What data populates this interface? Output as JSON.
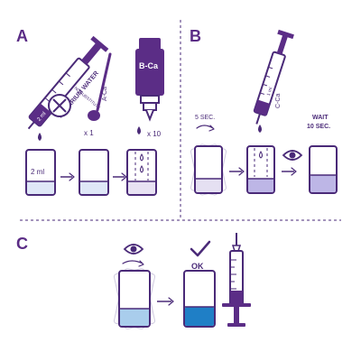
{
  "panels": {
    "a": {
      "letter": "A",
      "syringe_label": "AQUARIUM WATER",
      "no_substitute_text": "NO SUBSTITUTE",
      "scale_mark": "2 ml",
      "tube_volume": "2 ml",
      "spoon_label": "A-Ca",
      "spoon_count": "x 1",
      "bottle_label": "B-Ca",
      "drops_count": "x 10"
    },
    "b": {
      "letter": "B",
      "swirl_time": "5 SEC.",
      "syringe_label": "C-Ca",
      "syringe_mark": "1 ml",
      "wait_line1": "WAIT",
      "wait_line2": "10 SEC."
    },
    "c": {
      "letter": "C",
      "ok_text": "OK"
    }
  },
  "colors": {
    "ink": "#4a2a78",
    "accent_purple": "#5b2d86",
    "liquid_pale": "#dfe7f7",
    "liquid_lavender": "#bdb6e6",
    "liquid_light_blue": "#a9cdec",
    "liquid_blue": "#1f7fc6"
  },
  "icons": [
    "syringe-icon",
    "spoon-icon",
    "dropper-bottle-icon",
    "eye-icon",
    "swirl-arrow-icon",
    "checkmark-icon",
    "crossed-circle-icon",
    "water-drop-icon"
  ]
}
